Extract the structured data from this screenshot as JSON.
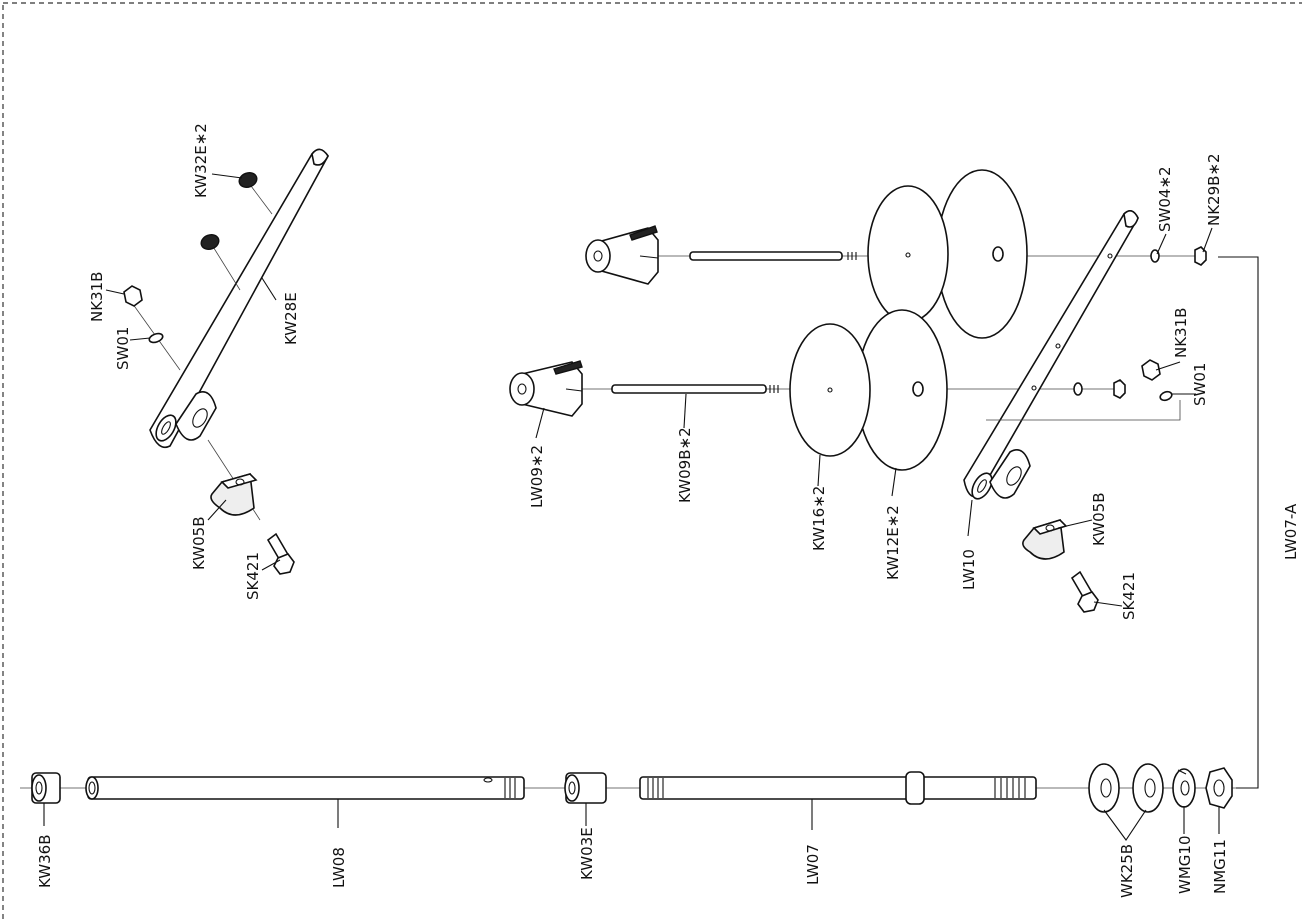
{
  "labels": {
    "kw36b": "KW36B",
    "lw08": "LW08",
    "kw03e": "KW03E",
    "lw07": "LW07",
    "wk25b": "WK25B",
    "wmg10": "WMG10",
    "nmg11": "NMG11",
    "lw07a": "LW07-A",
    "lw09": "LW09∗2",
    "kw09b": "KW09B∗2",
    "kw16": "KW16∗2",
    "kw12e": "KW12E∗2",
    "lw10": "LW10",
    "kw05b_right": "KW05B",
    "sk421_right": "SK421",
    "nk31b_right": "NK31B",
    "sw01_right": "SW01",
    "sw04": "SW04∗2",
    "nk29b": "NK29B∗2",
    "kw32e": "KW32E∗2",
    "kw28e": "KW28E",
    "nk31b_left": "NK31B",
    "sw01_left": "SW01",
    "kw05b_left": "KW05B",
    "sk421_left": "SK421"
  }
}
